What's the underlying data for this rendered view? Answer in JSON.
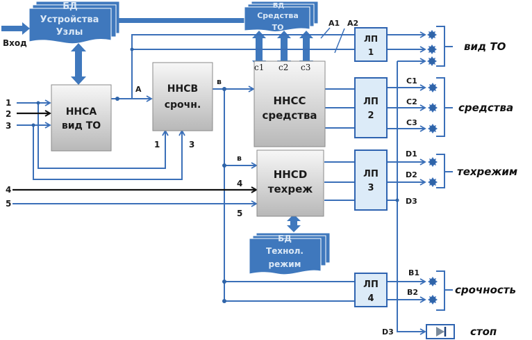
{
  "colors": {
    "line": "#3a6fb8",
    "db_fill": "#3f78bd",
    "db_text": "#dbe8f6",
    "block_fill_top": "#f6f6f6",
    "block_fill_bottom": "#b9b9b9",
    "lp_fill": "#dcebf8",
    "lp_border": "#2e63b0",
    "input_black": "#111111"
  },
  "input_label": "Вход",
  "databases": {
    "devices": {
      "title": "БД",
      "line1": "Устройства",
      "line2": "Узлы"
    },
    "means": {
      "title": "БД",
      "line1": "Средства",
      "line2": "ТО"
    },
    "tech": {
      "title": "БД",
      "line1": "Технол.",
      "line2": "режим"
    }
  },
  "blocks": {
    "nnsa": {
      "line1": "ННСА",
      "line2": "вид ТО"
    },
    "nnsb": {
      "line1": "ННСВ",
      "line2": "срочн."
    },
    "nnsc": {
      "line1": "ННСС",
      "line2": "средства"
    },
    "nnsd": {
      "line1": "ННСD",
      "line2": "техреж"
    }
  },
  "lp": [
    {
      "line1": "ЛП",
      "line2": "1"
    },
    {
      "line1": "ЛП",
      "line2": "2"
    },
    {
      "line1": "ЛП",
      "line2": "3"
    },
    {
      "line1": "ЛП",
      "line2": "4"
    }
  ],
  "inputs": {
    "nnsa": [
      "1",
      "2",
      "3"
    ],
    "nnsb": [
      "1",
      "3"
    ],
    "nnsd_left": [
      "4",
      "5"
    ],
    "nnsd_right": [
      "в",
      "4",
      "5"
    ]
  },
  "signals": {
    "a": "А",
    "b": "в",
    "a1": "А1",
    "a2": "А2",
    "c_ports": [
      "с1",
      "с2",
      "с3"
    ],
    "c_out": [
      "С1",
      "С2",
      "С3"
    ],
    "d_out": [
      "D1",
      "D2",
      "D3"
    ],
    "b_out": [
      "В1",
      "В2"
    ],
    "d3_stop": "D3"
  },
  "outputs": {
    "vid_to": "вид ТО",
    "sredstva": "средства",
    "tehrezhim": "техрежим",
    "srochnost": "срочность",
    "stop": "стоп"
  }
}
